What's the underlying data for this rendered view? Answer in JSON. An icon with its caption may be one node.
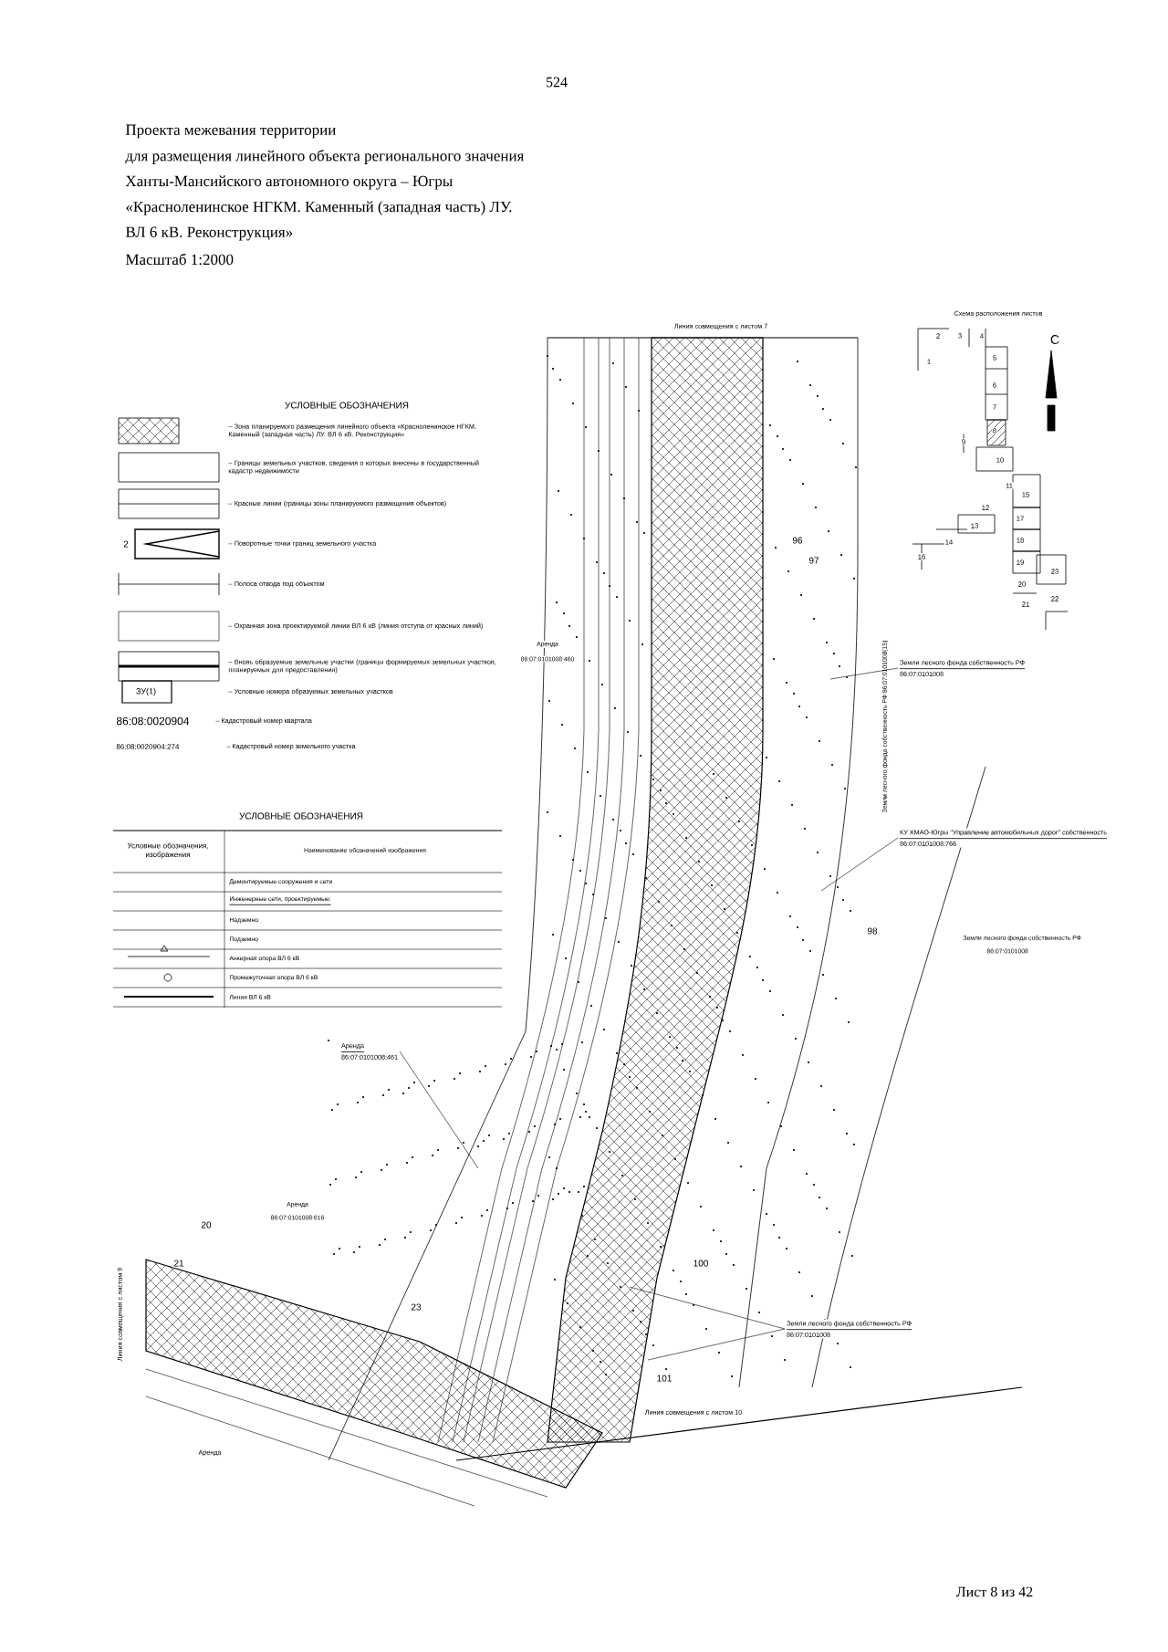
{
  "diagram": {
    "nodes": [
      {
        "text": [
          "Земли лесного фонда собственность РФ",
          "86:07:0101008"
        ]
      },
      {
        "text": [
          "КУ ХМАО-Югры \"Управление автомобильных дорог\" собственность",
          "86:07:0101008:766"
        ]
      },
      {
        "text": [
          "Аренда",
          "86:07:0101008:461"
        ]
      },
      {
        "text": [
          "Земли лесного фонда собственность РФ",
          "86:07:0101008"
        ]
      }
    ],
    "edges": [
      {
        "from": 0,
        "to": null,
        "arrow": "none"
      },
      {
        "from": 1,
        "to": null,
        "arrow": "none"
      },
      {
        "from": 2,
        "to": null,
        "arrow": "none"
      },
      {
        "from": 3,
        "to": null,
        "arrow": "none"
      },
      {
        "from": 3,
        "to": null,
        "arrow": "none"
      }
    ],
    "labels": [
      "524",
      "Проекта межевания территории",
      "для размещения линейного объекта регионального значения",
      "Ханты-Мансийского автономного округа – Югры",
      "«Красноленинское НГКМ. Каменный (западная часть) ЛУ.",
      "ВЛ 6 кВ. Реконструкция»",
      "Масштаб 1:2000",
      "Линия совмещения с листом 7",
      "Схема расположения листов",
      "1",
      "2",
      "3",
      "4",
      "5",
      "6",
      "7",
      "8",
      "9",
      "10",
      "11",
      "12",
      "13",
      "14",
      "15",
      "16",
      "17",
      "18",
      "19",
      "20",
      "21",
      "22",
      "23",
      "С",
      "УСЛОВНЫЕ ОБОЗНАЧЕНИЯ",
      "2",
      "ЗУ(1)",
      "86:08:0020904",
      "86:08:0020904:274",
      "УСЛОВНЫЕ ОБОЗНАЧЕНИЯ",
      "Условные обозначения, изображения",
      "Наименование обозначений изображения",
      "Демонтируемые сооружения и сети",
      "Инженерные сети, проектируемые:",
      "Надземно",
      "Подземно",
      "Анкерная опора ВЛ 6 кВ",
      "Промежуточная опора ВЛ 6 кВ",
      "Линия ВЛ 6 кВ",
      "96",
      "97",
      "Аренда",
      "86:07:0101008:460",
      "Земли лесного фонда собственность РФ 86:07:0101008(15)",
      "Земли лесного фонда собственность РФ",
      "86:07:0101008",
      "98",
      "Аренда",
      "86:07:0101008:616",
      "20",
      "21",
      "23",
      "100",
      "101",
      "Линия совмещения с листом 9",
      "Аренда",
      "Линия совмещения с листом 10",
      "Лист 8 из 42"
    ],
    "legend": [
      {
        "text": "– Зона планируемого размещения линейного объекта «Красноленинское НГКМ. Каменный (западная часть) ЛУ. ВЛ 6 кВ. Реконструкция»"
      },
      {
        "text": "– Границы земельных участков, сведения о которых внесены в государственный кадастр недвижимости"
      },
      {
        "text": "– Красные линии (границы зоны планируемого размещения объектов)"
      },
      {
        "text": "– Поворотные точки границ земельного участка"
      },
      {
        "text": "– Полоса отвода под объектом"
      },
      {
        "text": "– Охранная зона проектируемой линии ВЛ 6 кВ (линия отступа от красных линий)"
      },
      {
        "text": "– Вновь образуемые земельные участки (границы формируемых земельных участков, планируемых для предоставления)"
      },
      {
        "text": "– Условные номера образуемых земельных участков"
      },
      {
        "text": "– Кадастровый номер квартала"
      },
      {
        "text": "– Кадастровый номер земельного участка"
      }
    ]
  }
}
